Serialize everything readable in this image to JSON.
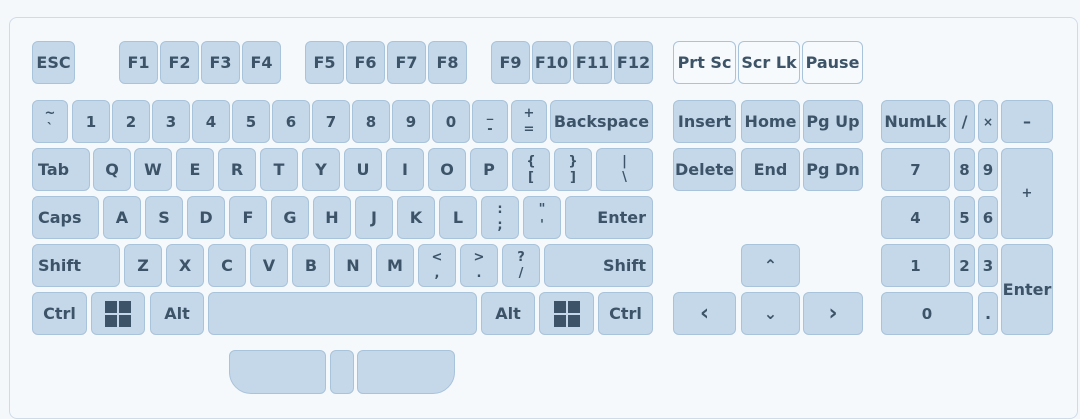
{
  "keys": {
    "esc": "ESC",
    "f1": "F1",
    "f2": "F2",
    "f3": "F3",
    "f4": "F4",
    "f5": "F5",
    "f6": "F6",
    "f7": "F7",
    "f8": "F8",
    "f9": "F9",
    "f10": "F10",
    "f11": "F11",
    "f12": "F12",
    "prtsc": "Prt Sc",
    "scrlk": "Scr Lk",
    "pause": "Pause",
    "backtick_top": "~",
    "backtick_bottom": "`",
    "d1": "1",
    "d2": "2",
    "d3": "3",
    "d4": "4",
    "d5": "5",
    "d6": "6",
    "d7": "7",
    "d8": "8",
    "d9": "9",
    "d0": "0",
    "minus_top": "_",
    "minus_bottom": "-",
    "equal_top": "+",
    "equal_bottom": "=",
    "backspace": "Backspace",
    "insert": "Insert",
    "home": "Home",
    "pgup": "Pg Up",
    "numlk": "NumLk",
    "np_slash": "/",
    "np_star": "×",
    "np_minus": "–",
    "tab": "Tab",
    "q": "Q",
    "w": "W",
    "e": "E",
    "r": "R",
    "t": "T",
    "y": "Y",
    "u": "U",
    "i": "I",
    "o": "O",
    "p": "P",
    "lbracket_top": "{",
    "lbracket_bottom": "[",
    "rbracket_top": "}",
    "rbracket_bottom": "]",
    "backslash_top": "|",
    "backslash_bottom": "\\",
    "delete": "Delete",
    "end": "End",
    "pgdn": "Pg Dn",
    "np7": "7",
    "np8": "8",
    "np9": "9",
    "np_plus": "+",
    "caps": "Caps",
    "a": "A",
    "s": "S",
    "d": "D",
    "f": "F",
    "g": "G",
    "h": "H",
    "j": "J",
    "k": "K",
    "l": "L",
    "semicolon_top": ":",
    "semicolon_bottom": ";",
    "quote_top": "\"",
    "quote_bottom": "'",
    "enter": "Enter",
    "np4": "4",
    "np5": "5",
    "np6": "6",
    "shift_left": "Shift",
    "z": "Z",
    "x": "X",
    "c": "C",
    "v": "V",
    "b": "B",
    "n": "N",
    "m": "M",
    "comma_top": "<",
    "comma_bottom": ",",
    "period_top": ">",
    "period_bottom": ".",
    "slash_top": "?",
    "slash_bottom": "/",
    "shift_right": "Shift",
    "arrow_up": "⌃",
    "np1": "1",
    "np2": "2",
    "np3": "3",
    "np_enter": "Enter",
    "ctrl_left": "Ctrl",
    "alt_left": "Alt",
    "space": "",
    "alt_right": "Alt",
    "ctrl_right": "Ctrl",
    "arrow_left": "‹",
    "arrow_down": "⌄",
    "arrow_right": "›",
    "np0": "0",
    "np_dot": "."
  },
  "icons": {
    "windows": "windows-logo-icon"
  },
  "colors": {
    "key": "#c4d8ea",
    "key_light": "#f7fafd",
    "text": "#3d5468",
    "border": "#a9c3da"
  }
}
